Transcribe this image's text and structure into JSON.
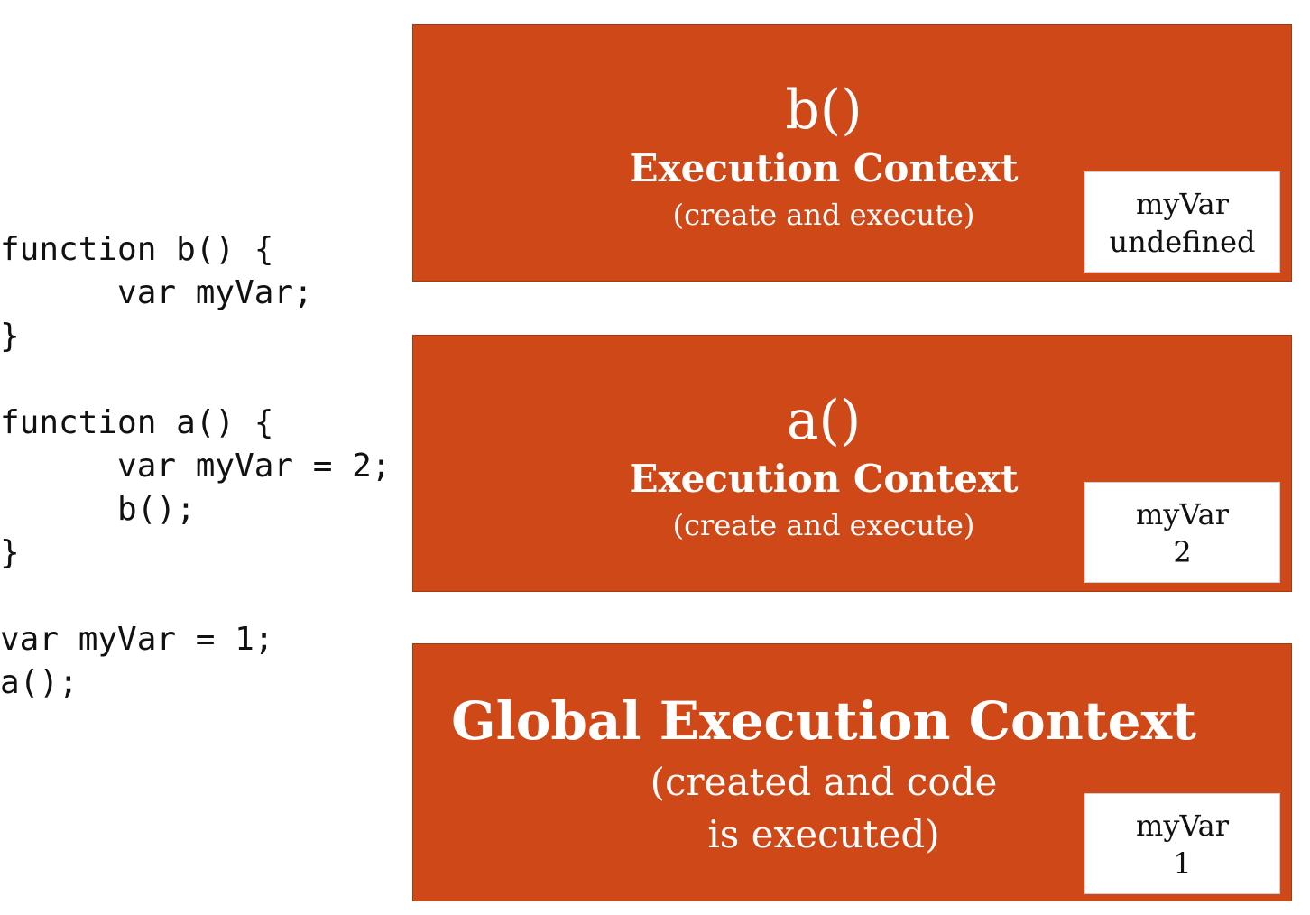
{
  "code": {
    "lines": [
      "function b() {",
      "      var myVar;",
      "}",
      "",
      "function a() {",
      "      var myVar = 2;",
      "      b();",
      "}",
      "",
      "var myVar = 1;",
      "a();"
    ]
  },
  "contexts": {
    "b": {
      "name": "b()",
      "title": "Execution Context",
      "subtitle": "(create and execute)",
      "var_name": "myVar",
      "var_value": "undefined"
    },
    "a": {
      "name": "a()",
      "title": "Execution Context",
      "subtitle": "(create and execute)",
      "var_name": "myVar",
      "var_value": "2"
    },
    "global": {
      "title": "Global Execution Context",
      "subtitle_line1": "(created and code",
      "subtitle_line2": "is executed)",
      "var_name": "myVar",
      "var_value": "1"
    }
  },
  "colors": {
    "context_fill": "#cf4817",
    "text_on_context": "#ffffff",
    "var_box_fill": "#ffffff"
  }
}
